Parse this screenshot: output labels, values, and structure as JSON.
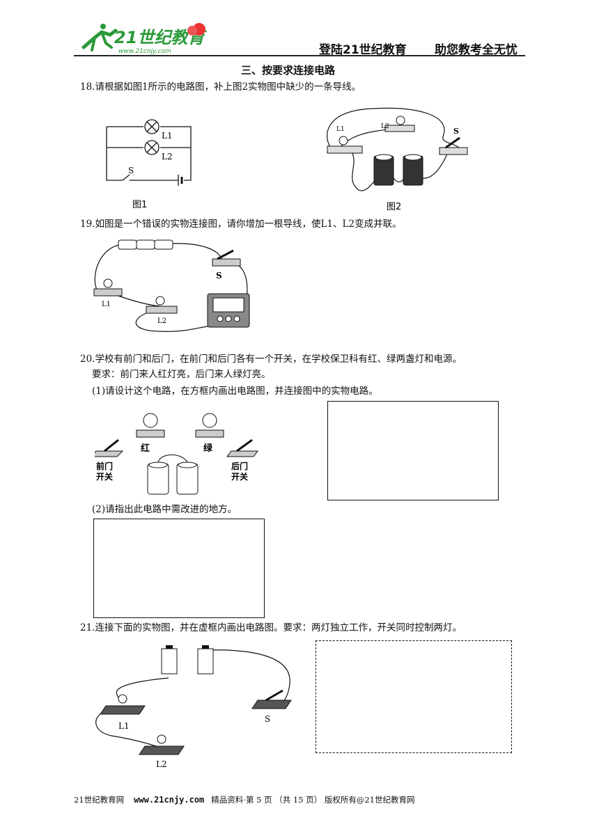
{
  "header": {
    "logo_main": "21世纪教育",
    "logo_url": "www.21cnjy.com",
    "slogan_left": "登陆21世纪教育",
    "slogan_right": "助您教考全无忧"
  },
  "section_title": "三、按要求连接电路",
  "q18": {
    "text": "18.请根据如图1所示的电路图，补上图2实物图中缺少的一条导线。",
    "fig1_caption": "图1",
    "fig2_caption": "图2",
    "labels": {
      "l1": "L1",
      "l2": "L2",
      "s": "S"
    }
  },
  "q19": {
    "text": "19.如图是一个错误的实物连接图，请你增加一根导线，使L1、L2变成并联。",
    "labels": {
      "s": "S",
      "l1": "L1",
      "l2": "L2"
    }
  },
  "q20": {
    "line1": "20.学校有前门和后门，在前门和后门各有一个开关，在学校保卫科有红、绿两盏灯和电源。",
    "line2": "要求：前门来人红灯亮，后门来人绿灯亮。",
    "part1": "(1)请设计这个电路，在方框内画出电路图，并连接图中的实物电路。",
    "part2": "(2)请指出此电路中需改进的地方。",
    "labels": {
      "red": "红",
      "green": "绿",
      "front1": "前门",
      "front2": "开关",
      "back1": "后门",
      "back2": "开关"
    }
  },
  "q21": {
    "text": "21.连接下面的实物图，并在虚框内画出电路图。要求：两灯独立工作，开关同时控制两灯。",
    "labels": {
      "s": "S",
      "l1": "L1",
      "l2": "L2"
    }
  },
  "footer": {
    "site": "21世纪教育网",
    "url": "www.21cnjy.com",
    "info": "精品资料·第 5 页 （共 15 页） 版权所有@21世纪教育网"
  }
}
